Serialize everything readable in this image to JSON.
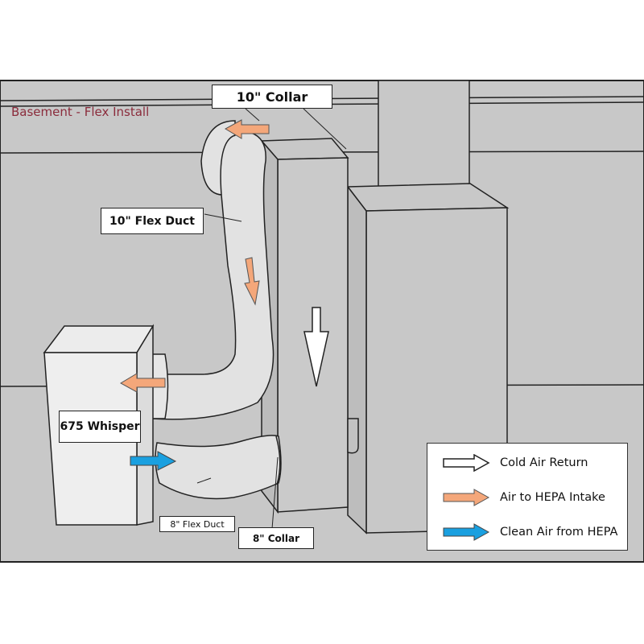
{
  "diagram": {
    "title": "Basement - Flex Install",
    "labels": {
      "collar_10": "10\" Collar",
      "flex_duct_10": "10\" Flex Duct",
      "unit": "675 Whisper",
      "flex_duct_8": "8\" Flex Duct",
      "collar_8": "8\" Collar"
    },
    "legend": [
      {
        "label": "Cold Air Return",
        "color": "#ffffff",
        "icon": "white-arrow-icon"
      },
      {
        "label": "Air to HEPA Intake",
        "color": "#f4a77a",
        "icon": "orange-arrow-icon"
      },
      {
        "label": "Clean Air from HEPA",
        "color": "#1aa0e0",
        "icon": "blue-arrow-icon"
      }
    ],
    "colors": {
      "wall": "#c8c8c8",
      "duct": "#e2e2e2",
      "title": "#8b2c3c",
      "outline": "#222222"
    }
  }
}
